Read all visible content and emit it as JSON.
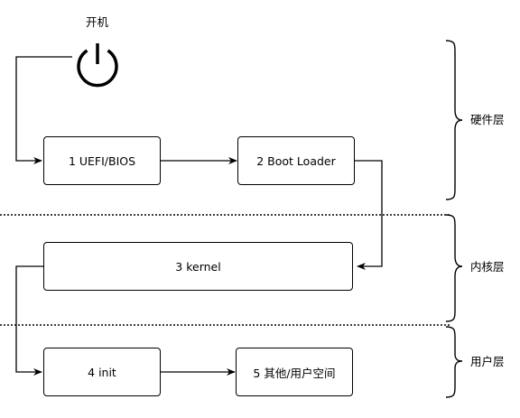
{
  "power": {
    "label": "开机",
    "icon": "power-icon"
  },
  "nodes": [
    {
      "id": "uefi",
      "label": "1 UEFI/BIOS"
    },
    {
      "id": "bootloader",
      "label": "2 Boot Loader"
    },
    {
      "id": "kernel",
      "label": "3 kernel"
    },
    {
      "id": "init",
      "label": "4 init"
    },
    {
      "id": "userspace",
      "label": "5 其他/用户空间"
    }
  ],
  "layers": [
    {
      "id": "hardware",
      "label": "硬件层"
    },
    {
      "id": "kernel",
      "label": "内核层"
    },
    {
      "id": "user",
      "label": "用户层"
    }
  ],
  "colors": {
    "stroke": "#000000",
    "background": "#ffffff"
  }
}
